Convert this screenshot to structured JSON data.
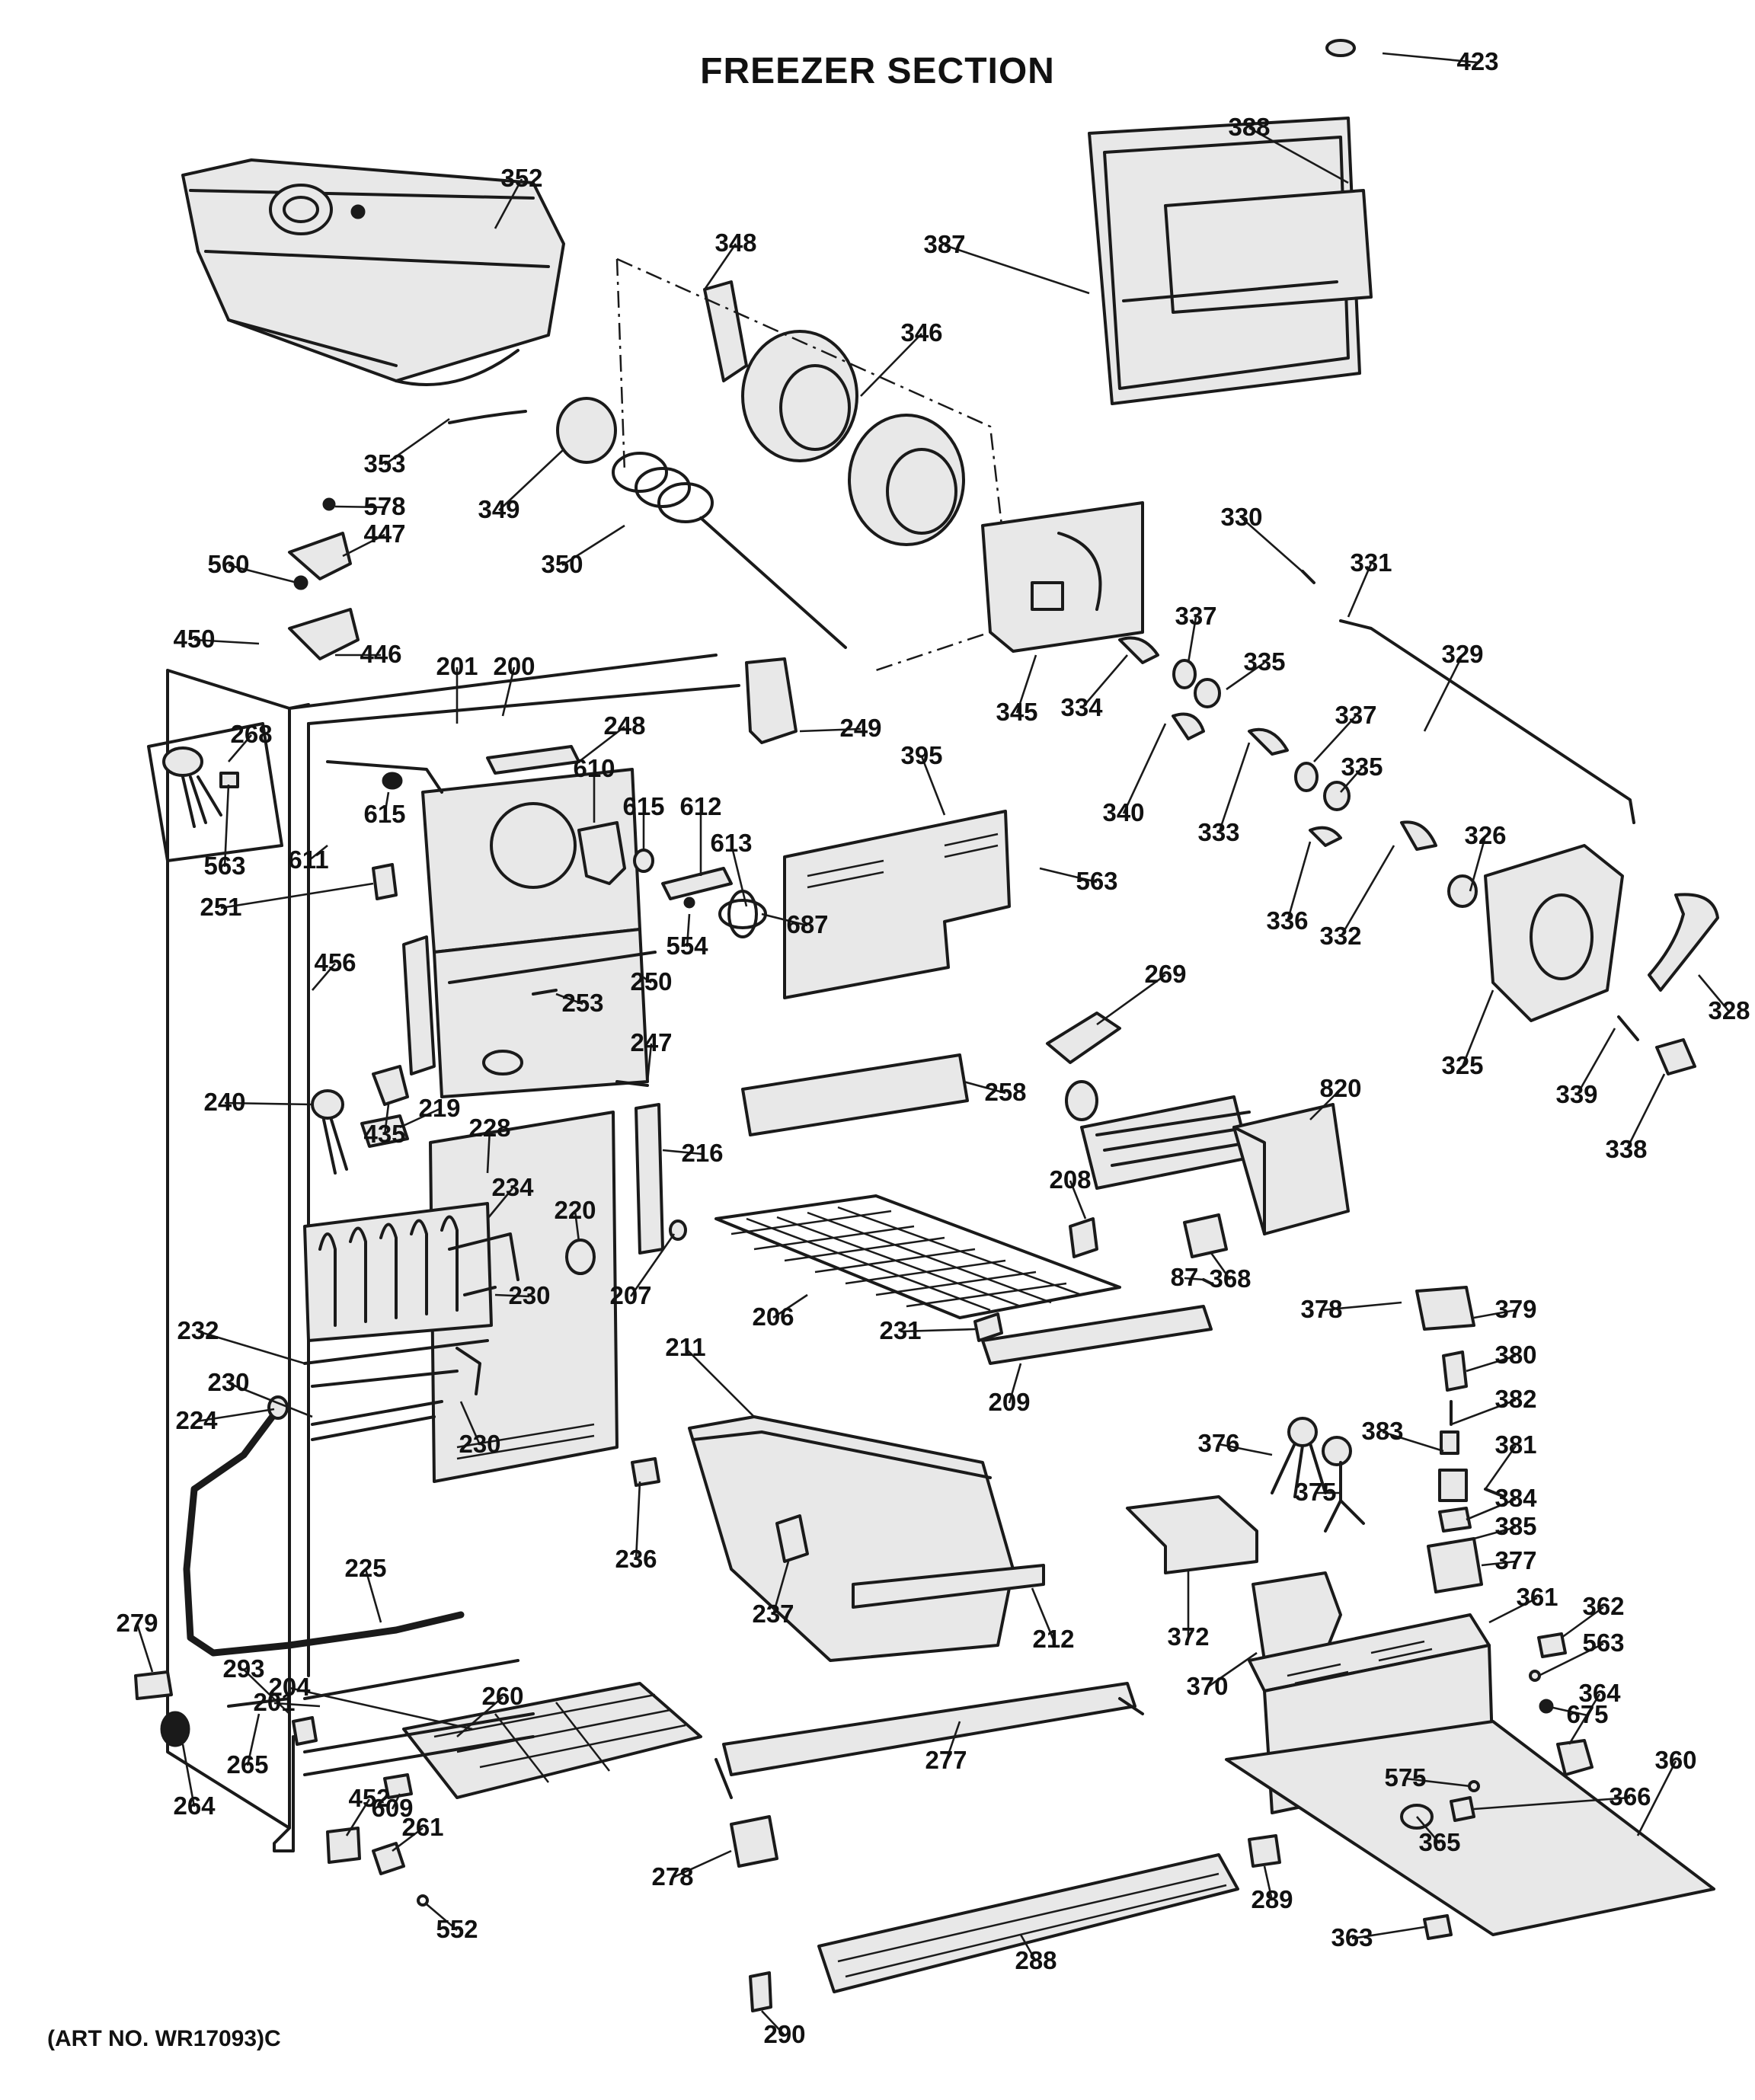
{
  "title": "FREEZER SECTION",
  "art_number": "(ART NO. WR17093)C",
  "labels": [
    "423",
    "388",
    "387",
    "352",
    "348",
    "346",
    "353",
    "349",
    "578",
    "447",
    "350",
    "560",
    "450",
    "446",
    "201",
    "200",
    "248",
    "249",
    "345",
    "330",
    "331",
    "329",
    "337",
    "334",
    "335",
    "340",
    "333",
    "337",
    "335",
    "336",
    "332",
    "326",
    "325",
    "328",
    "339",
    "338",
    "395",
    "563",
    "268",
    "563",
    "611",
    "615",
    "610",
    "615",
    "612",
    "613",
    "687",
    "554",
    "251",
    "456",
    "253",
    "250",
    "247",
    "269",
    "820",
    "435",
    "240",
    "219",
    "258",
    "216",
    "228",
    "234",
    "220",
    "230",
    "207",
    "208",
    "206",
    "87",
    "368",
    "231",
    "209",
    "232",
    "230",
    "224",
    "230",
    "211",
    "378",
    "379",
    "380",
    "382",
    "383",
    "376",
    "375",
    "381",
    "384",
    "385",
    "377",
    "236",
    "237",
    "212",
    "372",
    "361",
    "362",
    "563",
    "370",
    "225",
    "279",
    "293",
    "201",
    "204",
    "260",
    "265",
    "277",
    "675",
    "364",
    "360",
    "264",
    "609",
    "575",
    "366",
    "452",
    "261",
    "278",
    "365",
    "289",
    "552",
    "288",
    "363",
    "290"
  ]
}
